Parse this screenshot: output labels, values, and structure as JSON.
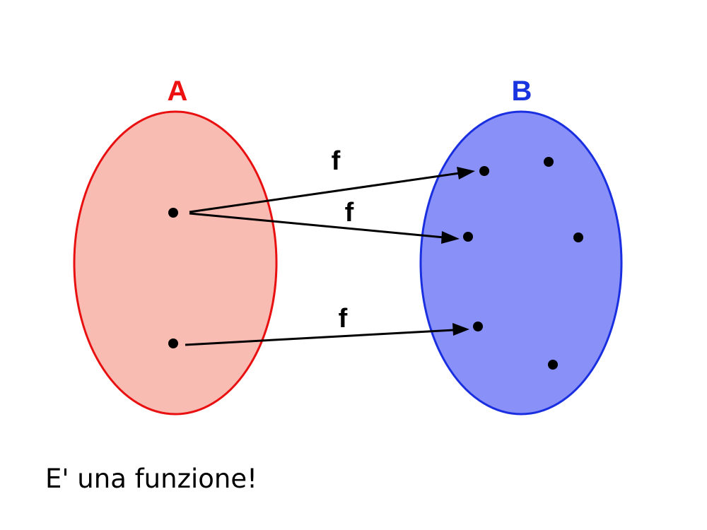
{
  "diagram": {
    "sets": {
      "a": {
        "label": "A",
        "label_color": "#ee1111",
        "fill": "#f9bcb3",
        "stroke": "#e81010"
      },
      "b": {
        "label": "B",
        "label_color": "#1a35e0",
        "fill": "#8991f9",
        "stroke": "#1a2fe0"
      }
    },
    "arrows": [
      {
        "label": "f",
        "from": "a1",
        "to": "b1"
      },
      {
        "label": "f",
        "from": "a1",
        "to": "b3"
      },
      {
        "label": "f",
        "from": "a2",
        "to": "b5"
      }
    ],
    "caption": "E' una funzione!"
  }
}
